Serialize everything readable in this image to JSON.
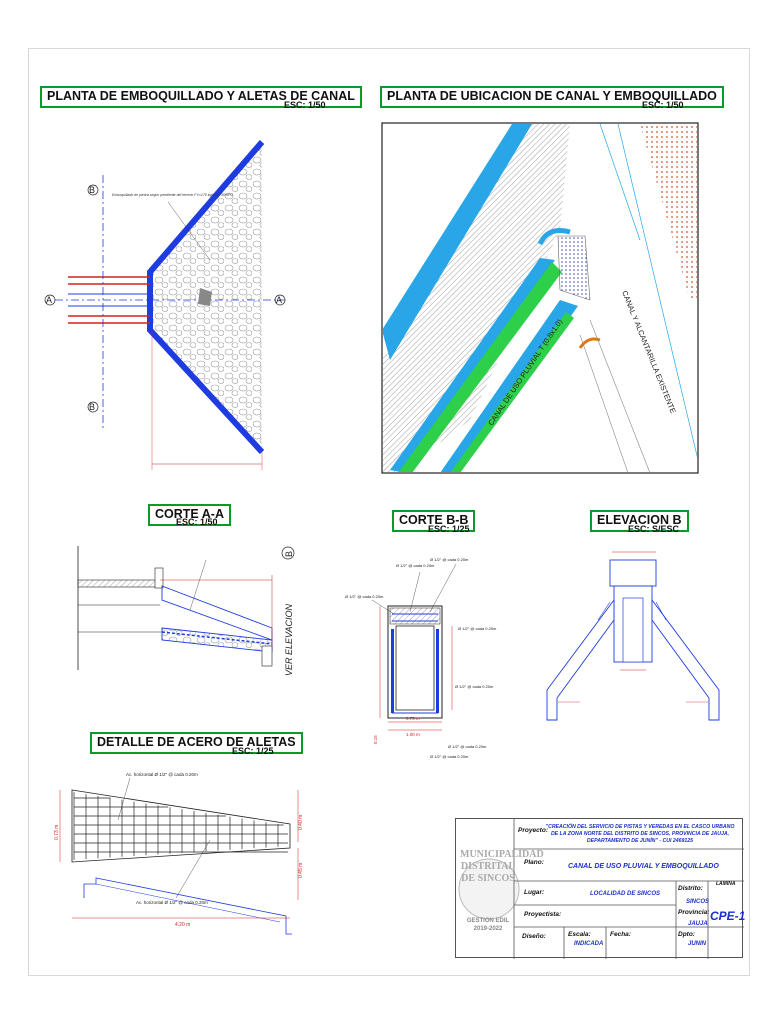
{
  "titles": {
    "planta_emboquillado": "PLANTA DE EMBOQUILLADO Y ALETAS DE CANAL",
    "planta_emboquillado_esc": "ESC: 1/50",
    "planta_ubicacion": "PLANTA DE UBICACION DE CANAL Y EMBOQUILLADO",
    "planta_ubicacion_esc": "ESC: 1/50",
    "corte_aa": "CORTE A-A",
    "corte_aa_esc": "ESC: 1/50",
    "corte_bb": "CORTE B-B",
    "corte_bb_esc": "ESC: 1/25",
    "elevacion_b": "ELEVACION B",
    "elevacion_b_esc": "ESC: S/ESC",
    "detalle_acero": "DETALLE DE ACERO DE ALETAS",
    "detalle_acero_esc": "ESC: 1/25"
  },
  "labels": {
    "section_a": "A",
    "section_b": "B",
    "canal_uso_pluvial": "CANAL DE USO PLUVIAL T (0.8x1.0)",
    "canal_alcantarilla": "CANAL Y ALCANTARILLA EXISTENTE",
    "ver_elevacion": "VER ELEVACION",
    "emboquillado_note": "Emboquillado de piedra segun pendiente del terreno F'c=175 kg/cm2+30%PG",
    "ac_horizontal": "Ac. horizontal Ø 1/2\" @ cada 0.20m",
    "dim_0_73": "0.73 m",
    "dim_0_40": "0.40 m",
    "dim_0_45": "0.45 m",
    "dim_4_20": "4.20 m",
    "dim_1_00": "1.00 m",
    "dim_0_70": "0.70 m",
    "dim_0_15": "0.15",
    "rebar_label": "Ø 1/2\" @ cada 0.20m"
  },
  "title_block": {
    "municipalidad": "MUNICIPALIDAD DISTRITAL DE SINCOS",
    "gestion": "GESTION EDIL 2019-2022",
    "proyecto_label": "Proyecto:",
    "proyecto_value": "\"CREACIÓN DEL SERVICIO DE PISTAS Y VEREDAS EN EL CASCO URBANO DE LA ZONA NORTE DEL DISTRITO DE SINCOS, PROVINCIA DE JAUJA, DEPARTAMENTO DE JUNÍN\" - CUI 2469125",
    "plano_label": "Plano:",
    "plano_value": "CANAL DE USO PLUVIAL Y EMBOQUILLADO",
    "lugar_label": "Lugar:",
    "lugar_value": "LOCALIDAD DE SINCOS",
    "proyectista_label": "Proyectista:",
    "diseno_label": "Diseño:",
    "escala_label": "Escala:",
    "escala_value": "INDICADA",
    "fecha_label": "Fecha:",
    "distrito_label": "Distrito:",
    "distrito_value": "SINCOS",
    "provincia_label": "Provincia:",
    "provincia_value": "JAUJA",
    "dpto_label": "Dpto:",
    "dpto_value": "JUNIN",
    "lamina_label": "LAMINA",
    "lamina_value": "CPE-1"
  }
}
